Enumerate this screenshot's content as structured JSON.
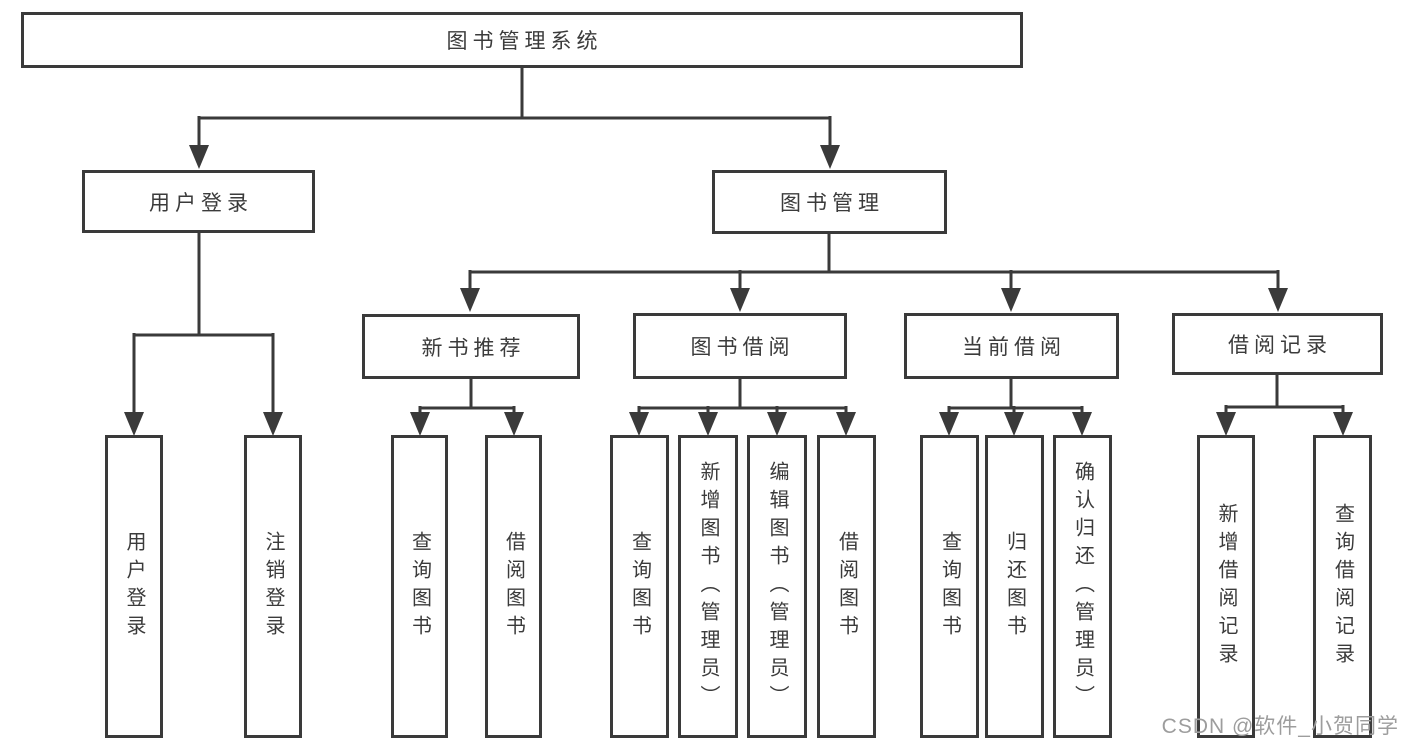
{
  "tree": {
    "label": "图书管理系统",
    "children": [
      {
        "label": "用户登录",
        "children": [
          {
            "label": "用户登录"
          },
          {
            "label": "注销登录"
          }
        ]
      },
      {
        "label": "图书管理",
        "children": [
          {
            "label": "新书推荐",
            "children": [
              {
                "label": "查询图书"
              },
              {
                "label": "借阅图书"
              }
            ]
          },
          {
            "label": "图书借阅",
            "children": [
              {
                "label": "查询图书"
              },
              {
                "label": "新增图书（管理员）"
              },
              {
                "label": "编辑图书（管理员）"
              },
              {
                "label": "借阅图书"
              }
            ]
          },
          {
            "label": "当前借阅",
            "children": [
              {
                "label": "查询图书"
              },
              {
                "label": "归还图书"
              },
              {
                "label": "确认归还（管理员）"
              }
            ]
          },
          {
            "label": "借阅记录",
            "children": [
              {
                "label": "新增借阅记录"
              },
              {
                "label": "查询借阅记录"
              }
            ]
          }
        ]
      }
    ]
  },
  "watermark": {
    "text": "CSDN @软件_小贺同学"
  },
  "colors": {
    "stroke": "#3a3a3a",
    "text": "#3b3b3b",
    "watermark_text": "#9d9d9d",
    "background": "#ffffff"
  }
}
